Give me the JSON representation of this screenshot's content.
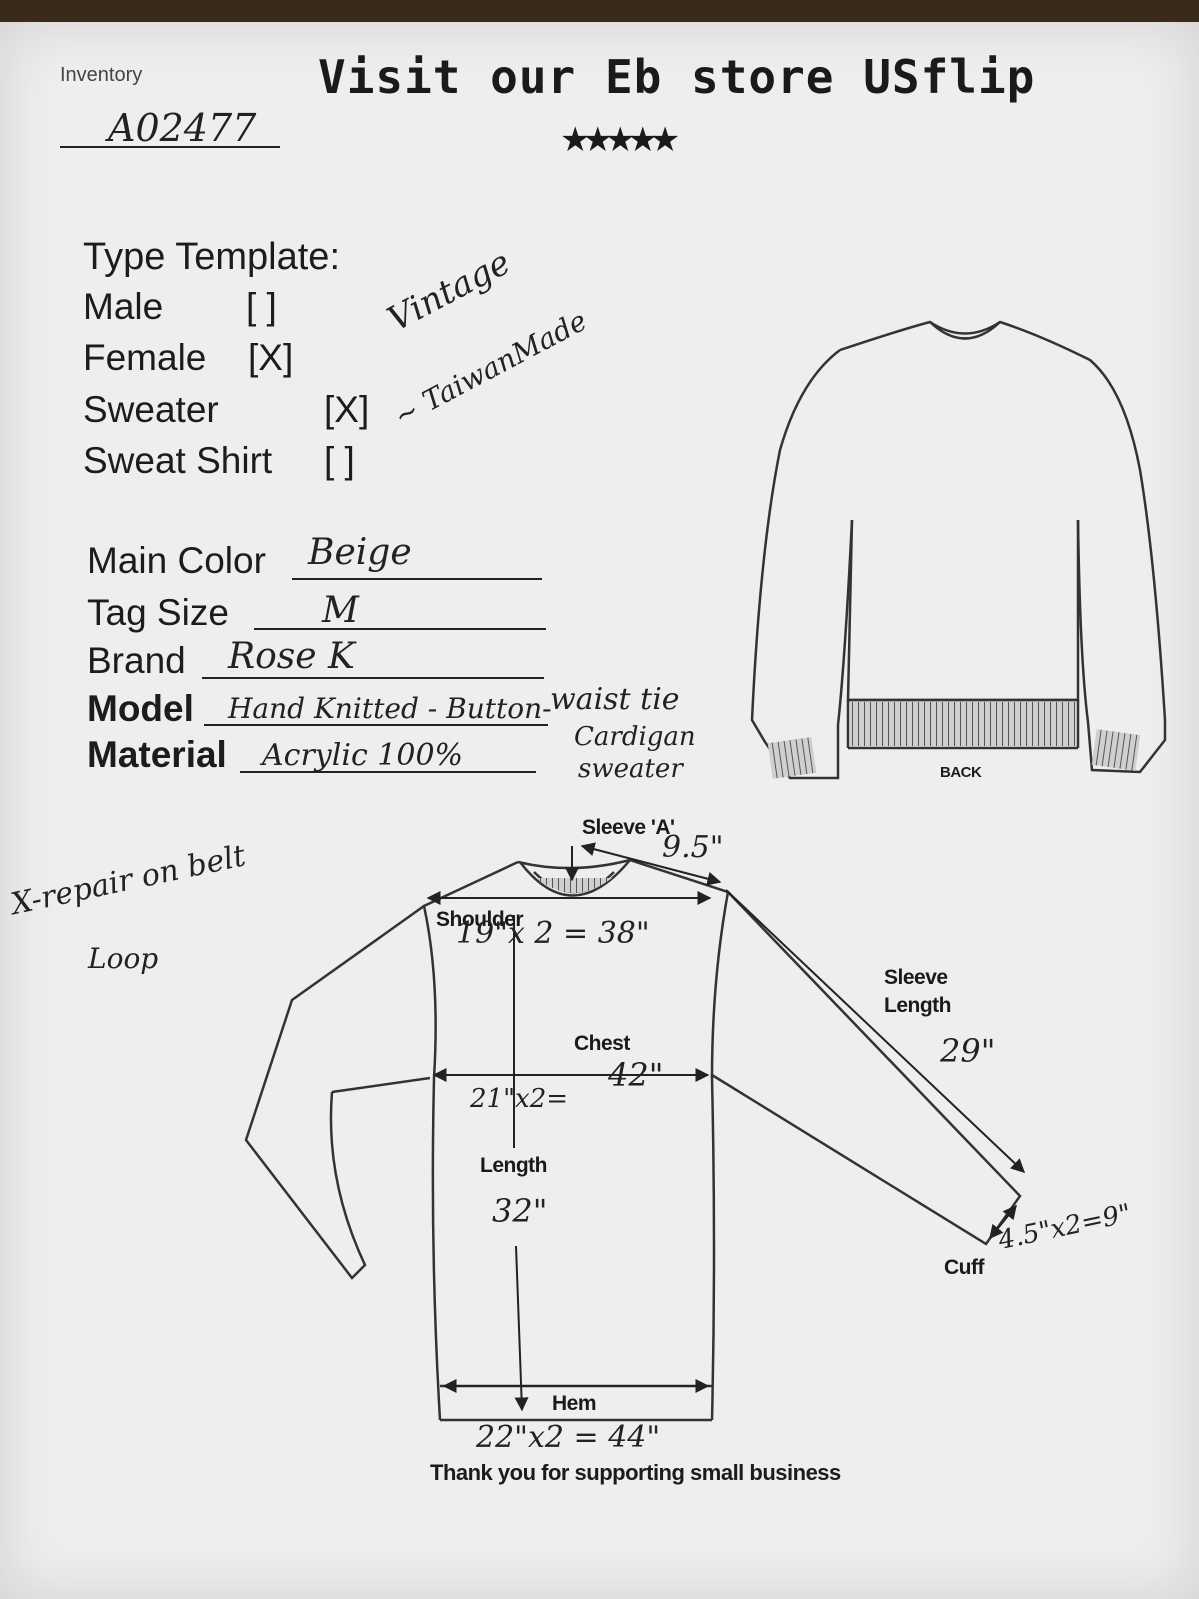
{
  "header": {
    "inventory_label": "Inventory",
    "inventory_number": "A02477",
    "store_title": "Visit our Eb    store USflip",
    "stars": "★★★★★"
  },
  "type_template": {
    "title": "Type Template:",
    "options": [
      {
        "label": "Male",
        "mark": "[ ]"
      },
      {
        "label": "Female",
        "mark": "[X]"
      },
      {
        "label": "Sweater",
        "mark": "[X]"
      },
      {
        "label": "Sweat Shirt",
        "mark": "[ ]"
      }
    ],
    "note_vintage": "Vintage",
    "note_taiwan": "~ TaiwanMade"
  },
  "fields": {
    "main_color_label": "Main Color",
    "main_color_value": "Beige",
    "tag_size_label": "Tag Size",
    "tag_size_value": "M",
    "brand_label": "Brand",
    "brand_value": "Rose K",
    "model_label": "Model",
    "model_value": "Hand Knitted - Button-",
    "model_extra": "waist tie",
    "material_label": "Material",
    "material_value": "Acrylic 100%",
    "material_note_1": "Cardigan",
    "material_note_2": "sweater"
  },
  "back_diagram": {
    "label": "BACK"
  },
  "front_diagram": {
    "repair_note_1": "X-repair on belt",
    "repair_note_2": "Loop",
    "sleeve_a_label": "Sleeve 'A'",
    "sleeve_a_value": "9.5\"",
    "shoulder_label": "Shoulder",
    "shoulder_value": "19\"x 2 = 38\"",
    "chest_label": "Chest",
    "chest_value_left": "21\"x2=",
    "chest_value_right": "42\"",
    "sleeve_length_label_1": "Sleeve",
    "sleeve_length_label_2": "Length",
    "sleeve_length_value": "29\"",
    "length_label": "Length",
    "length_value": "32\"",
    "cuff_label": "Cuff",
    "cuff_value": "4.5\"x2=9\"",
    "hem_label": "Hem",
    "hem_value": "22\"x2 = 44\""
  },
  "footer": {
    "text": "Thank you for supporting small business"
  }
}
